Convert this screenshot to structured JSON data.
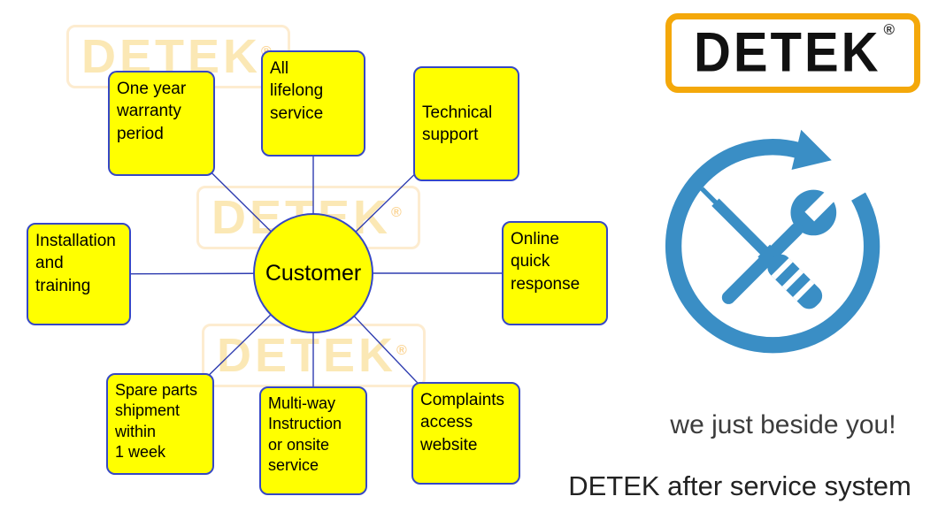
{
  "diagram": {
    "center": {
      "label": "Customer"
    },
    "nodes": [
      {
        "id": "warranty",
        "label": "One year\nwarranty\nperiod"
      },
      {
        "id": "lifelong",
        "label": "All\nlifelong\nservice"
      },
      {
        "id": "technical",
        "label": "Technical\nsupport"
      },
      {
        "id": "installation",
        "label": "Installation\nand\ntraining"
      },
      {
        "id": "online",
        "label": "Online\nquick\nresponse"
      },
      {
        "id": "spareparts",
        "label": "Spare parts\nshipment\nwithin\n1 week"
      },
      {
        "id": "multiway",
        "label": "Multi-way\nInstruction\nor onsite\nservice"
      },
      {
        "id": "complaints",
        "label": "Complaints\naccess\nwebsite"
      }
    ]
  },
  "logo": {
    "text": "DETEK",
    "registered": "®"
  },
  "watermark": {
    "text": "DETEK",
    "registered": "®"
  },
  "icon": {
    "name": "service-tools-icon",
    "color": "#3a8ec5"
  },
  "tagline": "we just beside you!",
  "subtitle": "DETEK after service system",
  "colors": {
    "node_fill": "#ffff00",
    "node_border": "#3547c6",
    "connector": "#2f3db0",
    "logo_orange": "#f4a80a",
    "icon_blue": "#3a8ec5"
  }
}
